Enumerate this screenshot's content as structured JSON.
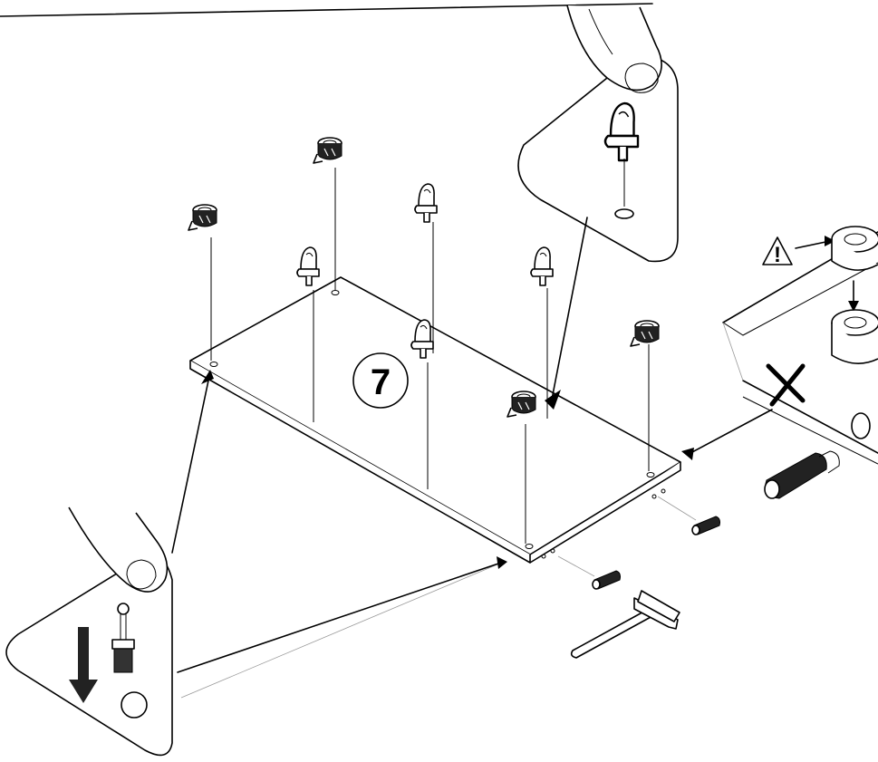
{
  "step": {
    "number": "7"
  },
  "warning": {
    "symbol": "!"
  },
  "colors": {
    "line": "#000000",
    "background": "#ffffff",
    "part_fill": "#222222"
  },
  "icons": {
    "panel": "shelf-panel",
    "cam_lock": "cam-lock-fitting",
    "shelf_support": "shelf-support-pin",
    "dowel": "wooden-dowel",
    "hammer": "hammer",
    "hand": "pressing-finger",
    "warning": "warning-triangle",
    "wrong": "cross-mark",
    "push": "down-arrow"
  }
}
